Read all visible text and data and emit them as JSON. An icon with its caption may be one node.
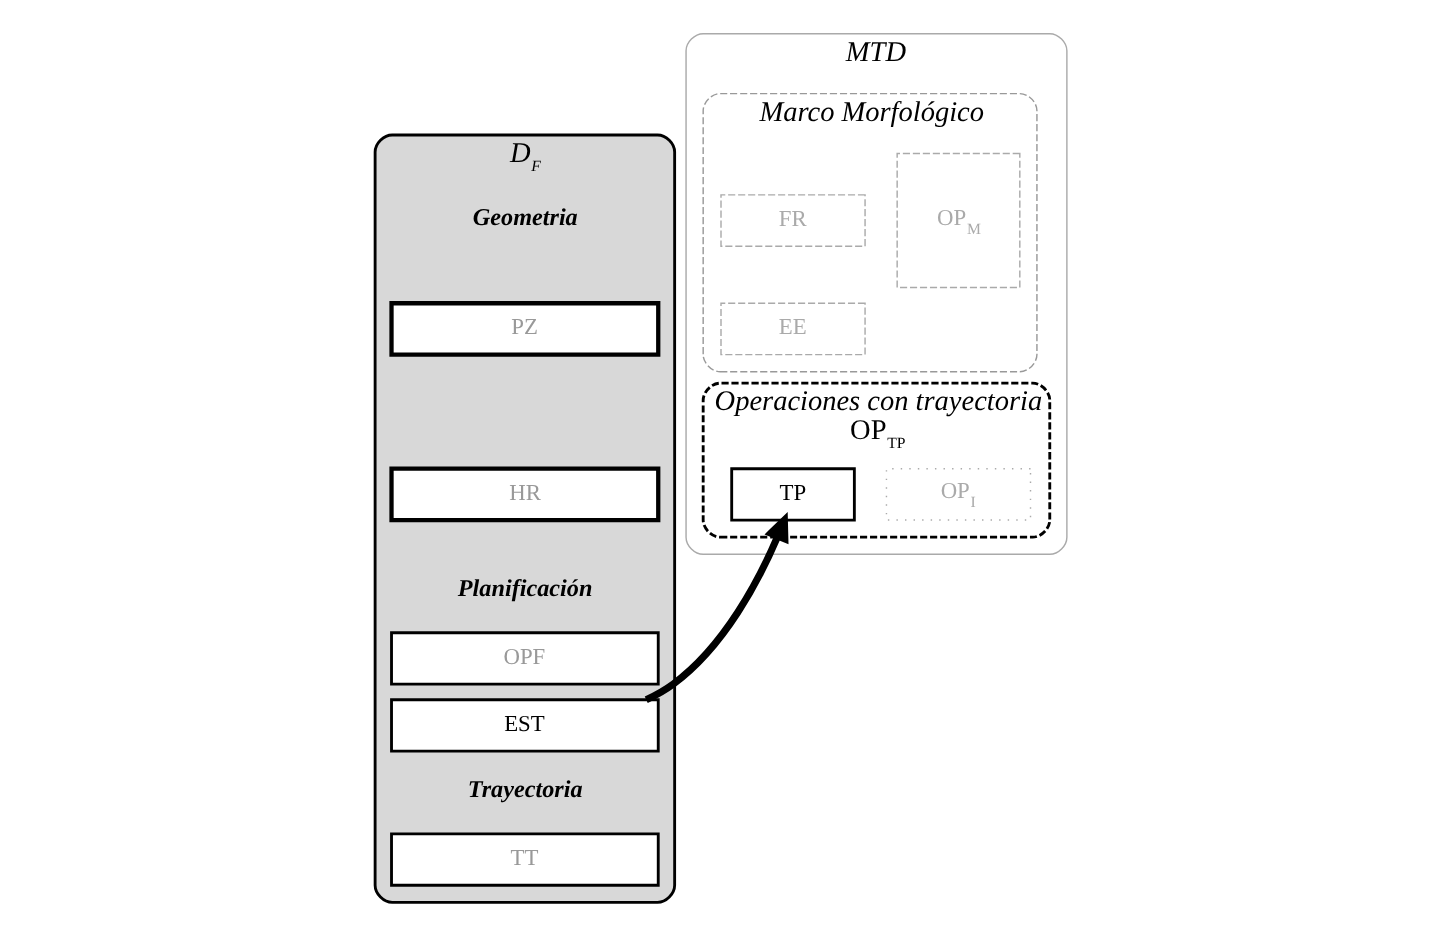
{
  "diagram": {
    "nodes": [
      {
        "text": [
          "D$_{F}$"
        ]
      },
      {
        "text": [
          "PZ"
        ],
        "in": 0
      },
      {
        "text": [
          "HR"
        ],
        "in": 0
      },
      {
        "text": [
          "OPF"
        ],
        "in": 0
      },
      {
        "text": [
          "EST"
        ],
        "in": 0
      },
      {
        "text": [
          "TT"
        ],
        "in": 0
      },
      {
        "text": [
          "MTD"
        ]
      },
      {
        "text": [
          "Marco Morfológico"
        ],
        "in": 6
      },
      {
        "text": [
          "FR"
        ],
        "in": 7
      },
      {
        "text": [
          "EE"
        ],
        "in": 7
      },
      {
        "text": [
          "OP$_{M}$"
        ],
        "in": 7
      },
      {
        "text": [
          "Operaciones con trayectoria",
          "OP$_{TP}$"
        ],
        "in": 6
      },
      {
        "text": [
          "TP"
        ],
        "in": 11
      },
      {
        "text": [
          "OP$_{I}$"
        ],
        "in": 11
      }
    ],
    "edges": [
      {
        "from": 4,
        "to": 12,
        "arrow": "to"
      }
    ],
    "labels": [
      "Geometria",
      "Planificación",
      "Trayectoria"
    ]
  }
}
